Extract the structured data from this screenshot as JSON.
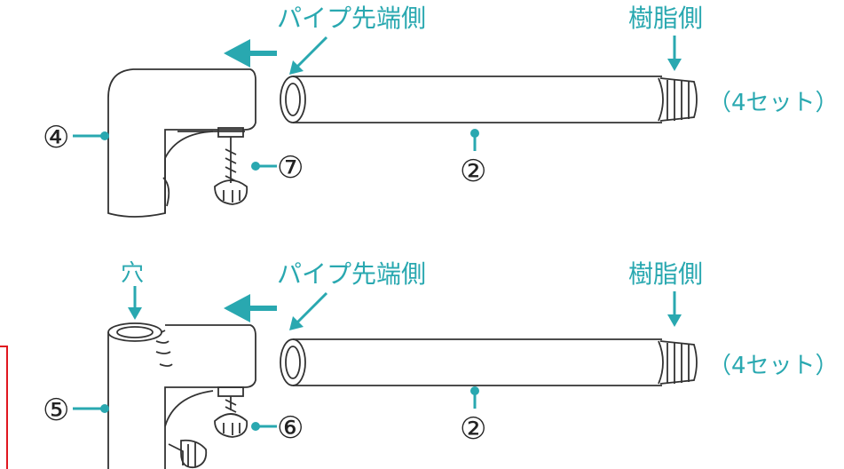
{
  "colors": {
    "accent": "#29a8b0",
    "line": "#333333",
    "frame": "#e0161f"
  },
  "top": {
    "pipe_tip_label": "パイプ先端側",
    "resin_label": "樹脂側",
    "set_label": "（4セット）",
    "fitting_num": "④",
    "screw_num": "⑦",
    "pipe_num": "②"
  },
  "bottom": {
    "hole_label": "穴",
    "pipe_tip_label": "パイプ先端側",
    "resin_label": "樹脂側",
    "set_label": "（4セット）",
    "fitting_num": "⑤",
    "screw_num": "⑥",
    "pipe_num": "②"
  }
}
